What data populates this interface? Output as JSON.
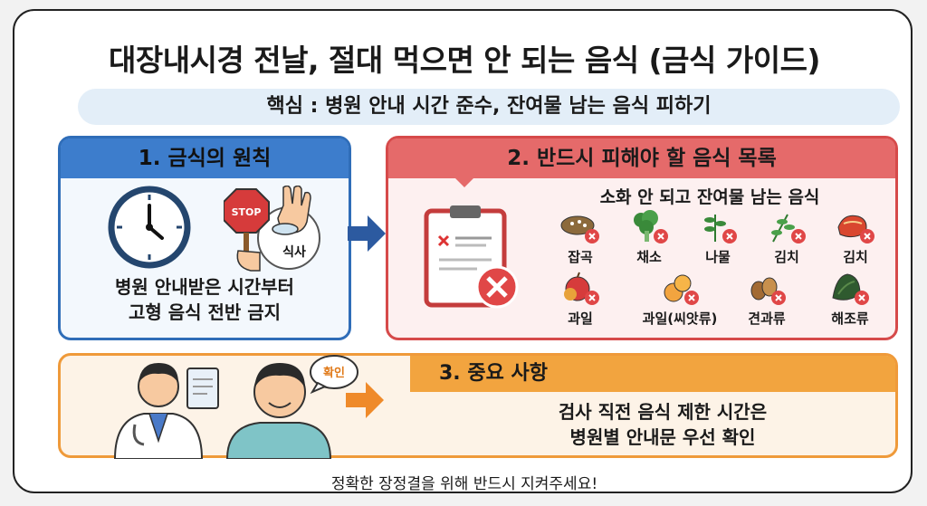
{
  "title": "대장내시경 전날, 절대 먹으면 안 되는 음식 (금식 가이드)",
  "key_point": "핵심 : 병원 안내 시간 준수, 잔여물 남는 음식 피하기",
  "panel1": {
    "heading": "1. 금식의 원칙",
    "stop_sign": "STOP",
    "meal_label": "식사",
    "text_line1": "병원 안내받은 시간부터",
    "text_line2": "고형 음식 전반 금지"
  },
  "panel2": {
    "heading": "2. 반드시 피해야 할 음식 목록",
    "subheading": "소화 안 되고 잔여물 남는 음식",
    "foods": [
      {
        "label": "잡곡",
        "icon": "grain-bowl-icon"
      },
      {
        "label": "채소",
        "icon": "broccoli-icon"
      },
      {
        "label": "나물",
        "icon": "herb-icon"
      },
      {
        "label": "김치",
        "icon": "leafy-green-icon"
      },
      {
        "label": "김치",
        "icon": "kimchi-icon"
      },
      {
        "label": "과일",
        "icon": "apple-icon"
      },
      {
        "label": "과일(씨앗류)",
        "icon": "orange-icon"
      },
      {
        "label": "견과류",
        "icon": "nuts-icon"
      },
      {
        "label": "해조류",
        "icon": "seaweed-icon"
      }
    ]
  },
  "panel3": {
    "heading": "3. 중요 사항",
    "bubble": "확인",
    "text_line1": "검사 직전 음식 제한 시간은",
    "text_line2": "병원별 안내문 우선 확인"
  },
  "footer": "정확한 장정결을 위해 반드시 지켜주세요!",
  "colors": {
    "blue": "#3d7dcc",
    "red": "#e56a6a",
    "orange": "#f2a43f"
  }
}
